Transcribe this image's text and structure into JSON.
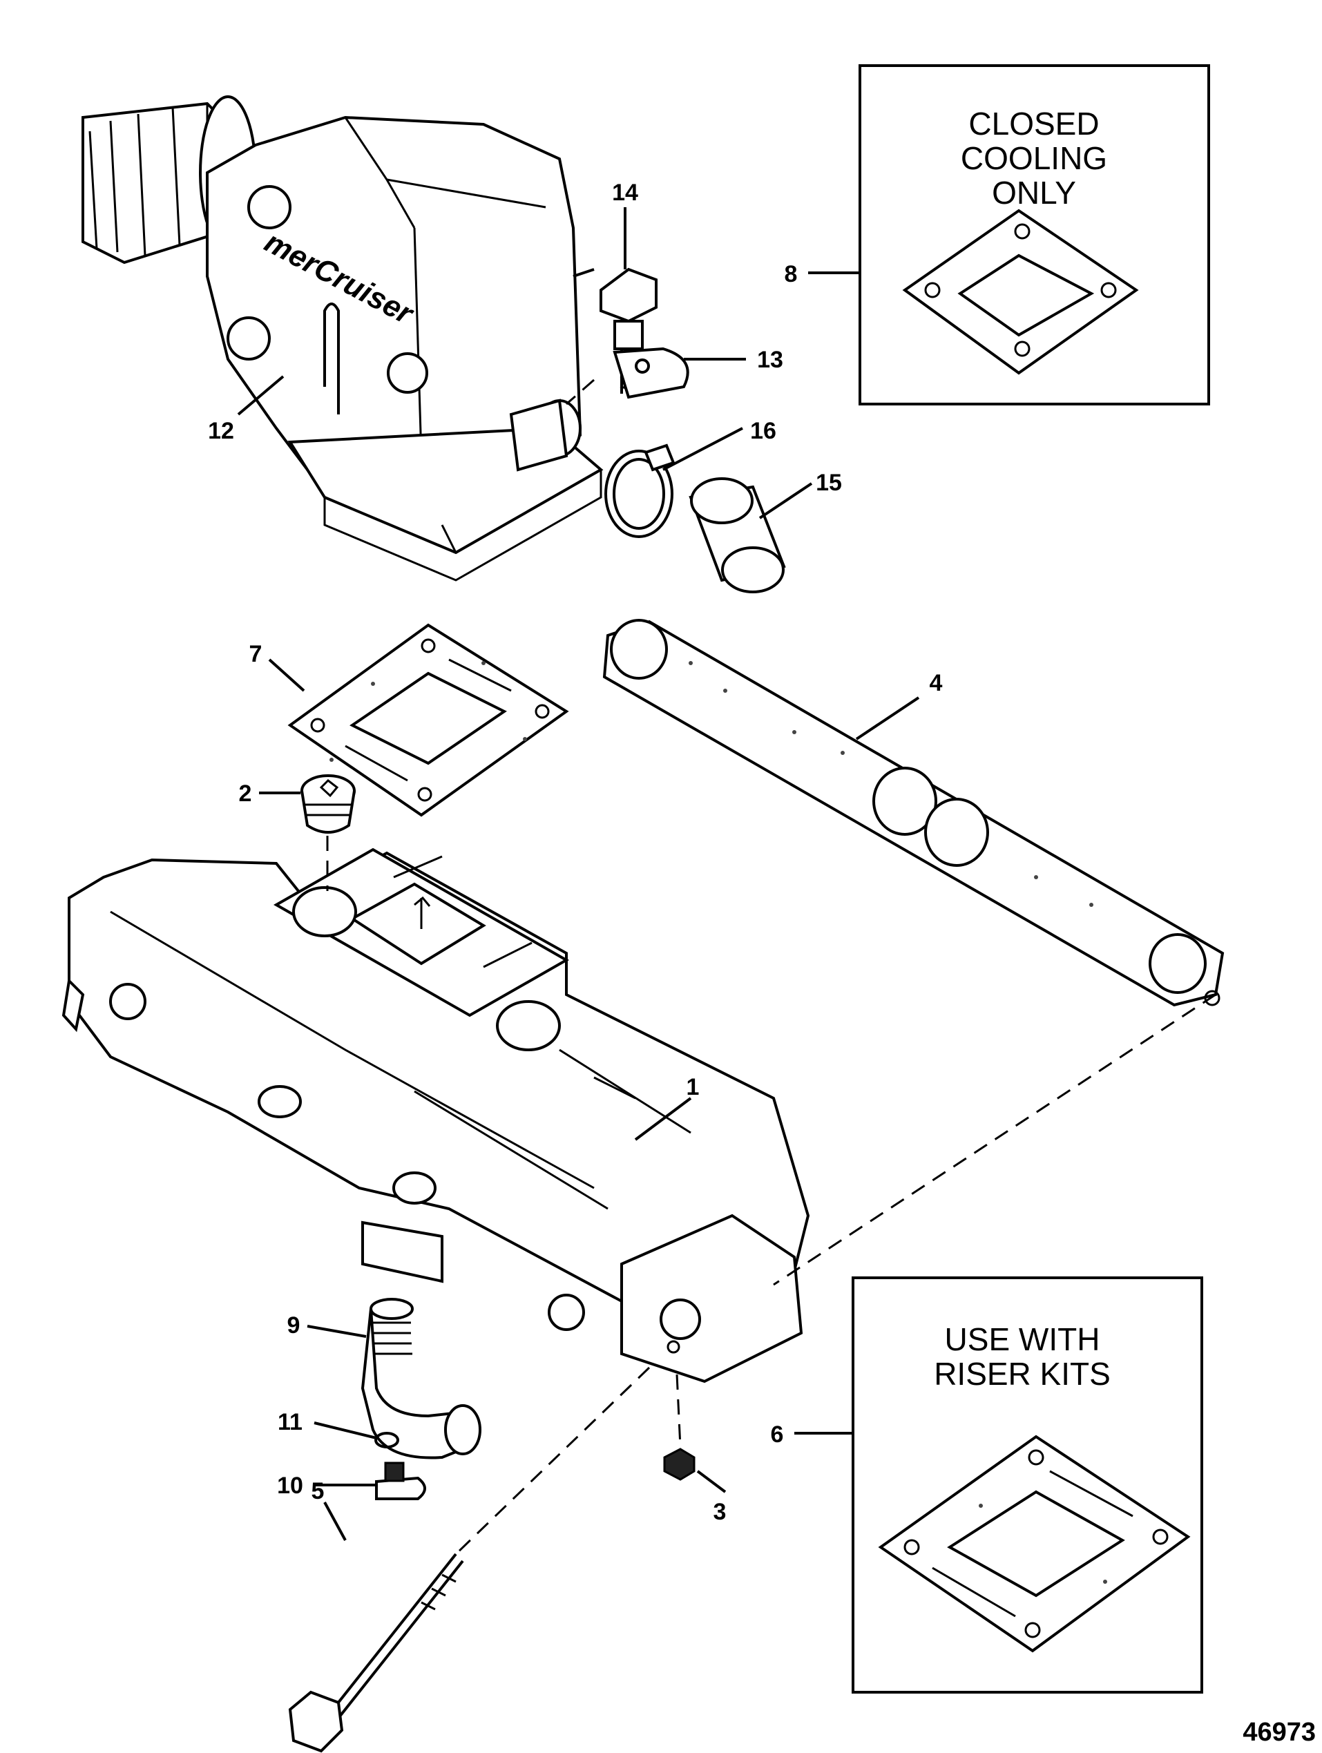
{
  "parts": [
    {
      "id": "1",
      "label": "1"
    },
    {
      "id": "2",
      "label": "2"
    },
    {
      "id": "3",
      "label": "3"
    },
    {
      "id": "4",
      "label": "4"
    },
    {
      "id": "5",
      "label": "5"
    },
    {
      "id": "6",
      "label": "6"
    },
    {
      "id": "7",
      "label": "7"
    },
    {
      "id": "8",
      "label": "8"
    },
    {
      "id": "9",
      "label": "9"
    },
    {
      "id": "10",
      "label": "10"
    },
    {
      "id": "11",
      "label": "11"
    },
    {
      "id": "12",
      "label": "12"
    },
    {
      "id": "13",
      "label": "13"
    },
    {
      "id": "14",
      "label": "14"
    },
    {
      "id": "15",
      "label": "15"
    },
    {
      "id": "16",
      "label": "16"
    }
  ],
  "boxes": {
    "closed_cooling": {
      "line1": "CLOSED",
      "line2": "COOLING",
      "line3": "ONLY"
    },
    "riser_kits": {
      "line1": "USE WITH",
      "line2": "RISER KITS"
    }
  },
  "brand_logo_text": "merCruiser",
  "figure_number": "46973"
}
